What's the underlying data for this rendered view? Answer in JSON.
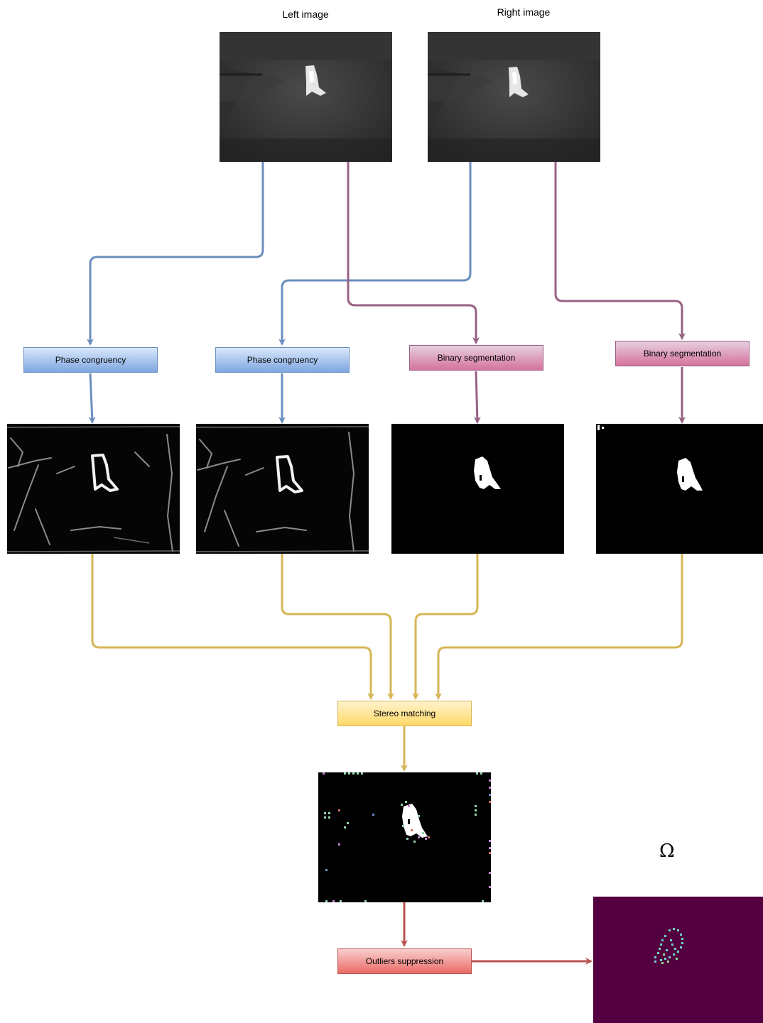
{
  "titles": {
    "left": "Left image",
    "right": "Right image"
  },
  "boxes": {
    "phase_left": "Phase congruency",
    "phase_right": "Phase congruency",
    "seg_left": "Binary segmentation",
    "seg_right": "Binary segmentation",
    "stereo": "Stereo matching",
    "outliers": "Outliers suppression"
  },
  "omega_symbol": "Ω",
  "colors": {
    "blue_arrow": "#6c8ebf",
    "purple_arrow": "#996185",
    "yellow_arrow": "#d6b656",
    "red_arrow": "#b85450",
    "result_background": "#540040"
  }
}
